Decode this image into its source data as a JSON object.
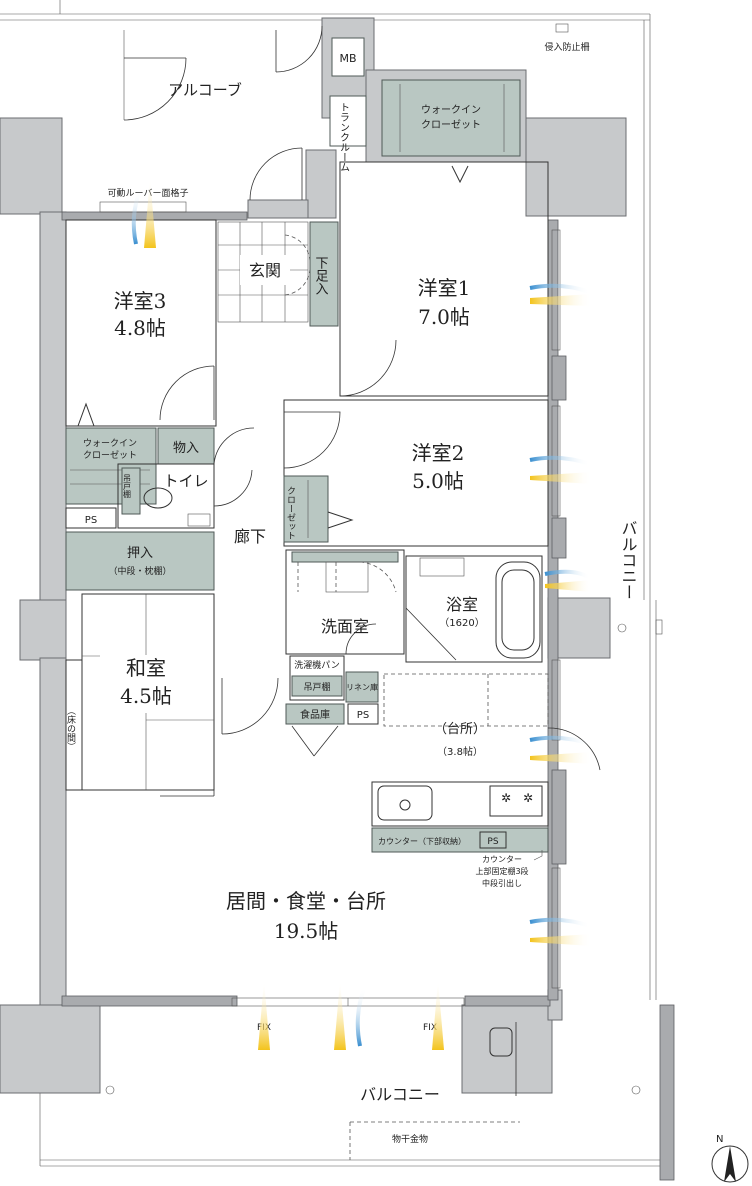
{
  "rooms": {
    "alcove": "アルコーブ",
    "mb": "MB",
    "trunk_room": "トランクルーム",
    "walkin_closet_top": "ウォークイン\nクローゼット",
    "louver": "可動ルーバー面格子",
    "entrance": "玄関",
    "shoe_storage": "下足入",
    "western3_name": "洋室3",
    "western3_size": "4.8帖",
    "western1_name": "洋室1",
    "western1_size": "7.0帖",
    "western2_name": "洋室2",
    "western2_size": "5.0帖",
    "walkin_closet_left": "ウォークイン\nクローゼット",
    "storage": "物入",
    "toilet": "トイレ",
    "hanging_shelf": "吊戸棚",
    "ps": "PS",
    "corridor": "廊下",
    "closet": "クローゼット",
    "oshiire": "押入",
    "oshiire_note": "（中段・枕棚）",
    "washroom": "洗面室",
    "bath": "浴室",
    "bath_size": "（1620）",
    "washer_pan": "洗濯機パン",
    "hanging_shelf2": "吊戸棚",
    "linen": "リネン庫",
    "pantry": "食品庫",
    "ps2": "PS",
    "washitsu_name": "和室",
    "washitsu_size": "4.5帖",
    "tokonoma": "（床の間）",
    "kitchen": "（台所）",
    "kitchen_size": "（3.8帖）",
    "counter": "カウンター（下部収納）",
    "ps3": "PS",
    "counter_note": "カウンター\n上部固定棚3段\n中段引出し",
    "ldk_name": "居間・食堂・台所",
    "ldk_size": "19.5帖",
    "balcony_right": "バルコニー",
    "balcony_bottom": "バルコニー",
    "fix1": "FIX",
    "fix2": "FIX",
    "intrusion_bar": "侵入防止柵",
    "laundry_hardware": "物干金物",
    "north": "N"
  }
}
